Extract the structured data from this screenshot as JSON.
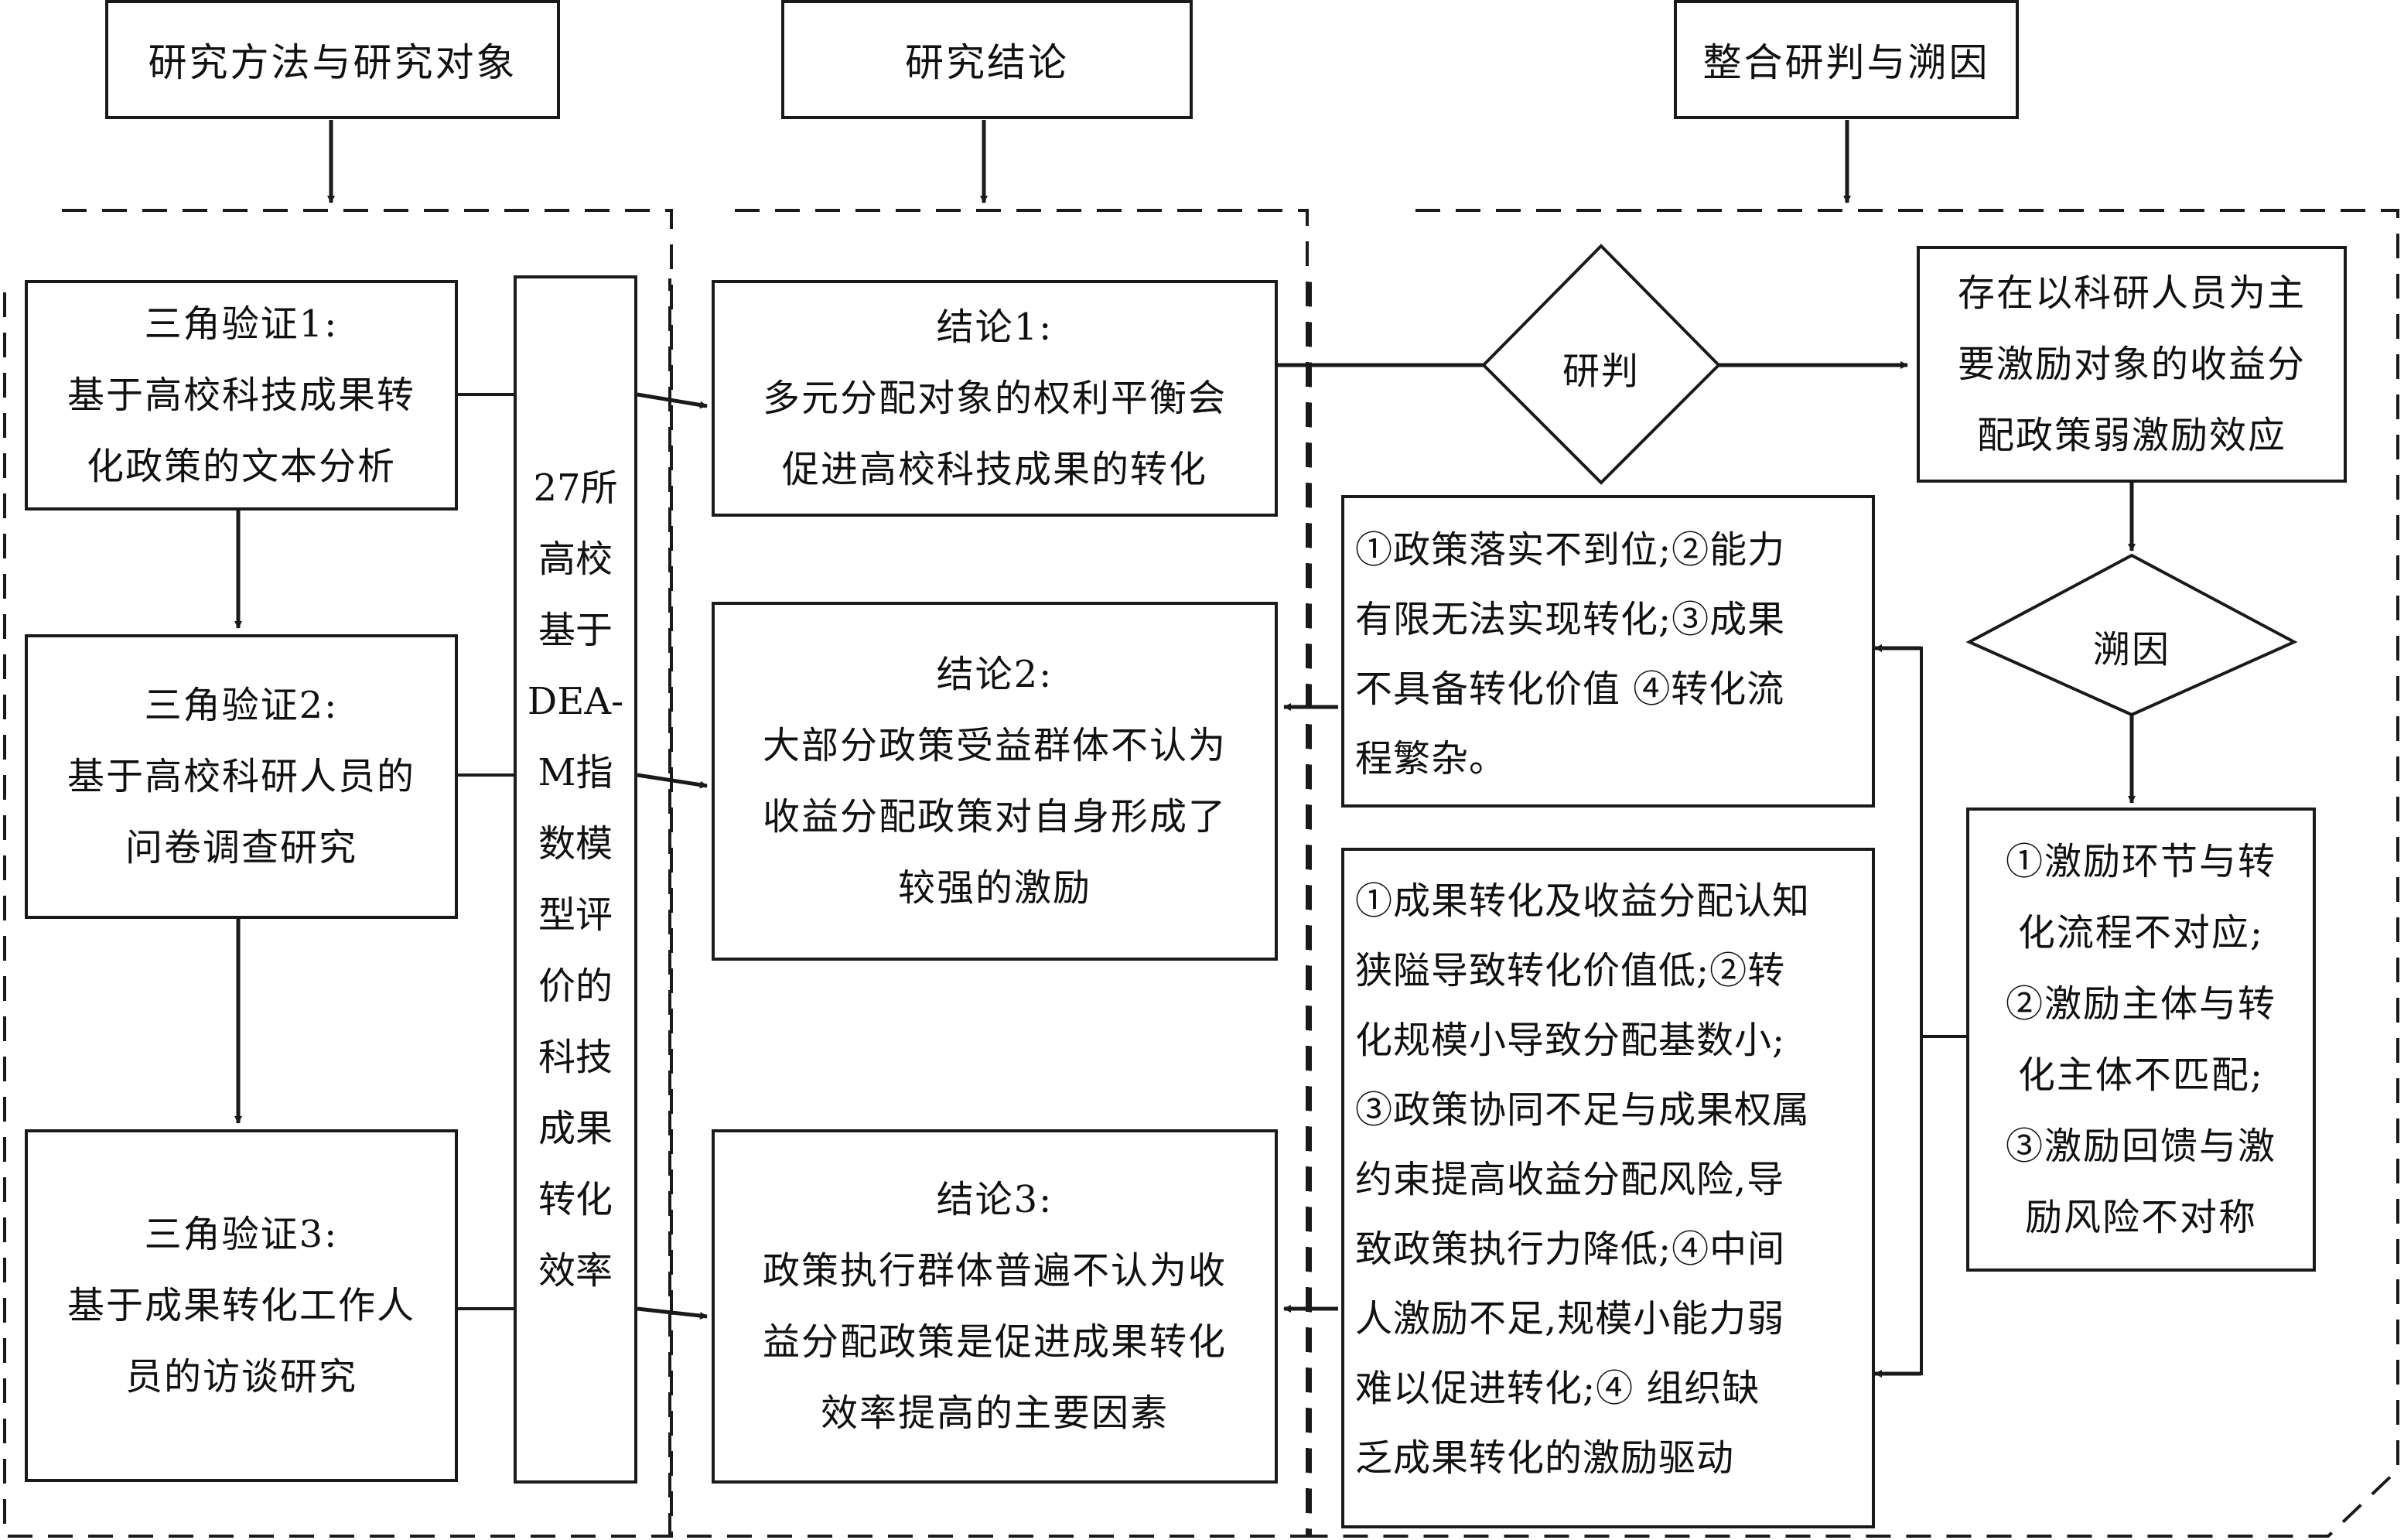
{
  "headers": {
    "methods": "研究方法与研究对象",
    "conclusions": "研究结论",
    "analysis": "整合研判与溯因"
  },
  "methods": [
    {
      "lines": [
        "三角验证1:",
        "基于高校科技成果转",
        "化政策的文本分析"
      ]
    },
    {
      "lines": [
        "三角验证2:",
        "基于高校科研人员的",
        "问卷调查研究"
      ]
    },
    {
      "lines": [
        "三角验证3:",
        "基于成果转化工作人",
        "员的访谈研究"
      ]
    }
  ],
  "dea": {
    "lines": [
      "27所",
      "高校",
      "基于",
      "DEA-",
      "M指",
      "数模",
      "型评",
      "价的",
      "科技",
      "成果",
      "转化",
      "效率"
    ]
  },
  "conclusions": [
    {
      "lines": [
        "结论1:",
        "多元分配对象的权利平衡会",
        "促进高校科技成果的转化"
      ]
    },
    {
      "lines": [
        "结论2:",
        "大部分政策受益群体不认为",
        "收益分配政策对自身形成了",
        "较强的激励"
      ]
    },
    {
      "lines": [
        "结论3:",
        "政策执行群体普遍不认为收",
        "益分配政策是促进成果转化",
        "效率提高的主要因素"
      ]
    }
  ],
  "judge": "研判",
  "trace": "溯因",
  "finding": {
    "lines": [
      "存在以科研人员为主",
      "要激励对象的收益分",
      "配政策弱激励效应"
    ]
  },
  "reasons1": {
    "lines": [
      "①政策落实不到位;②能力",
      "有限无法实现转化;③成果",
      "不具备转化价值 ④转化流",
      "程繁杂。"
    ]
  },
  "reasons2": {
    "lines": [
      "①成果转化及收益分配认知",
      "狭隘导致转化价值低;②转",
      "化规模小导致分配基数小;",
      "③政策协同不足与成果权属",
      "约束提高收益分配风险,导",
      "致政策执行力降低;④中间",
      "人激励不足,规模小能力弱",
      "难以促进转化;④ 组织缺",
      "乏成果转化的激励驱动"
    ]
  },
  "traceResults": {
    "lines": [
      "①激励环节与转",
      "化流程不对应;",
      "②激励主体与转",
      "化主体不匹配;",
      "③激励回馈与激",
      "励风险不对称"
    ]
  }
}
